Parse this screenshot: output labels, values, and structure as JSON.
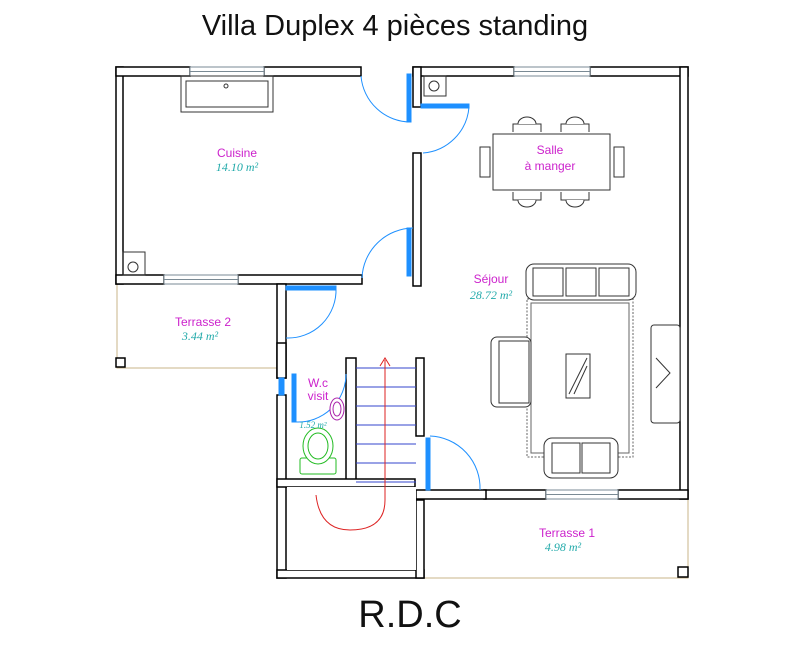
{
  "title": "Villa Duplex 4 pièces standing",
  "footer": "R.D.C",
  "rooms": {
    "cuisine": {
      "name": "Cuisine",
      "area": "14.10 m²"
    },
    "salle": {
      "line1": "Salle",
      "line2": "à  manger"
    },
    "sejour": {
      "name": "Séjour",
      "area": "28.72 m²"
    },
    "terrasse2": {
      "name": "Terrasse 2",
      "area": "3.44 m²"
    },
    "wc": {
      "line1": "W.c",
      "line2": "visit",
      "area": "1.52 m²"
    },
    "terrasse1": {
      "name": "Terrasse 1",
      "area": "4.98 m²"
    }
  },
  "colors": {
    "wall": "#000000",
    "door": "#1e90ff",
    "window": "#7a8a94",
    "furniture": "#333333",
    "label": "#cc22cc",
    "area": "#22aaaa",
    "stair": "#3344cc",
    "stair_arrow": "#dd2222",
    "toilet": "#22bb22",
    "basin": "#aa22aa"
  }
}
